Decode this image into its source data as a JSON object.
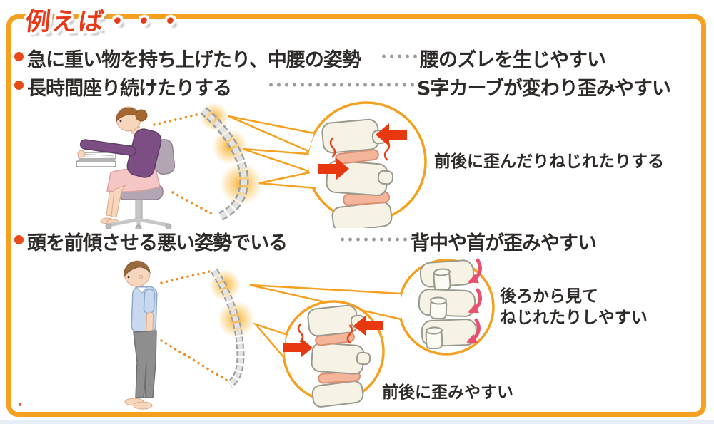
{
  "title": "例えば・・・",
  "rows": [
    {
      "label": "急に重い物を持ち上げたり、中腰の姿勢",
      "result": "腰のズレを生じやすい"
    },
    {
      "label": "長時間座り続けたりする",
      "result": "S字カーブが変わり歪みやすい"
    },
    {
      "label": "頭を前傾させる悪い姿勢でいる",
      "result": "背中や首が歪みやすい"
    }
  ],
  "annotations": {
    "top_circle": "前後に歪んだりねじれたりする",
    "back_view_line1": "後ろから見て",
    "back_view_line2": "ねじれたりしやすい",
    "bottom_circle": "前後に歪みやすい"
  },
  "icons": {
    "sitting_woman": "woman-sitting-at-desk-illustration",
    "standing_man": "man-standing-head-forward-illustration",
    "spine_side": "curved-spine-illustration",
    "vertebrae_side": "vertebrae-side-view-illustration",
    "vertebrae_back": "vertebrae-back-view-illustration"
  },
  "colors": {
    "frame_orange": "#F5A11F",
    "title_red": "#E8391A",
    "bullet_red": "#E84B17",
    "text_dark": "#2E2A28",
    "leader_gray": "#9B9B9B",
    "connector_orange": "#F08C1E",
    "arrow_red": "#E8380F",
    "arrow_pink": "#E8516D",
    "glow_orange": "#F7A823",
    "disc_pink": "#F4B59B",
    "bone_cream": "#F6F3E6",
    "sweater_purple": "#7C4E84",
    "skirt_pink": "#F5C6C5",
    "shirt_blue": "#C7D8EF",
    "pants_gray": "#8E8E8E"
  }
}
